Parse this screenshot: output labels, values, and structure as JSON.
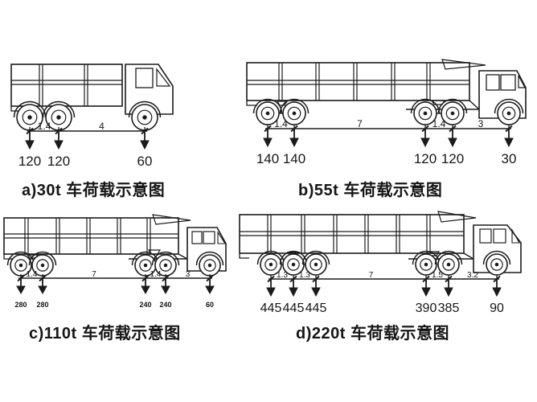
{
  "colors": {
    "background": "#ffffff",
    "ink": "#1b1b1b"
  },
  "diagrams": [
    {
      "id": "a",
      "caption": "a)30t 车荷载示意图",
      "axle_spacings_m": [
        "1.4",
        "4"
      ],
      "axle_loads": [
        "120",
        "120",
        "60"
      ]
    },
    {
      "id": "b",
      "caption": "b)55t 车荷载示意图",
      "axle_spacings_m": [
        "1.4",
        "7",
        "1.4",
        "3"
      ],
      "axle_loads": [
        "140",
        "140",
        "120",
        "120",
        "30"
      ]
    },
    {
      "id": "c",
      "caption": "c)110t 车荷载示意图",
      "axle_spacings_m": [
        "1.4",
        "7",
        "1.4",
        "3"
      ],
      "axle_loads": [
        "280",
        "280",
        "240",
        "240",
        "60"
      ]
    },
    {
      "id": "d",
      "caption": "d)220t 车荷载示意图",
      "axle_spacings_m": [
        "1.3",
        "1.3",
        "7",
        "1.5",
        "3.2"
      ],
      "axle_loads": [
        "445",
        "445",
        "445",
        "390",
        "385",
        "90"
      ]
    }
  ]
}
